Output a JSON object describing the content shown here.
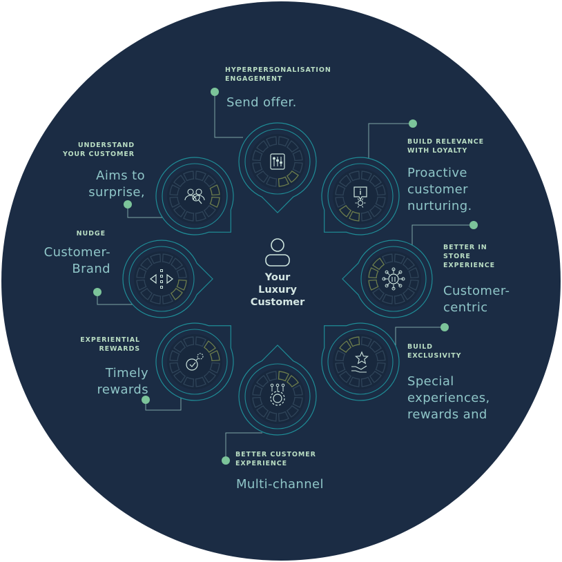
{
  "center": {
    "title_lines": [
      "Your",
      "Luxury",
      "Customer"
    ],
    "icon": "person-icon"
  },
  "nodes": [
    {
      "id": "top",
      "icon": "sliders-icon",
      "heading_lines": [
        "HYPERPERSONALISATION",
        "ENGAGEMENT"
      ],
      "body_lines": [
        "Send offer."
      ]
    },
    {
      "id": "upper-right",
      "icon": "info-chat-icon",
      "heading_lines": [
        "BUILD RELEVANCE",
        "WITH LOYALTY"
      ],
      "body_lines": [
        "Proactive",
        "customer",
        "nurturing."
      ]
    },
    {
      "id": "right",
      "icon": "hub-network-icon",
      "heading_lines": [
        "BETTER IN",
        "STORE",
        "EXPERIENCE"
      ],
      "body_lines": [
        "Customer-",
        "centric"
      ]
    },
    {
      "id": "lower-right",
      "icon": "hand-star-icon",
      "heading_lines": [
        "BUILD",
        "EXCLUSIVITY"
      ],
      "body_lines": [
        "Special",
        "experiences,",
        "rewards and"
      ]
    },
    {
      "id": "bottom",
      "icon": "gear-network-icon",
      "heading_lines": [
        "BETTER CUSTOMER",
        "EXPERIENCE"
      ],
      "body_lines": [
        "Multi-channel"
      ]
    },
    {
      "id": "lower-left",
      "icon": "reward-clock-icon",
      "heading_lines": [
        "EXPERIENTIAL",
        "REWARDS"
      ],
      "body_lines": [
        "Timely",
        "rewards"
      ]
    },
    {
      "id": "left",
      "icon": "arrows-nudge-icon",
      "heading_lines": [
        "NUDGE"
      ],
      "body_lines": [
        "Customer-",
        "Brand"
      ]
    },
    {
      "id": "upper-left",
      "icon": "people-search-icon",
      "heading_lines": [
        "UNDERSTAND",
        "YOUR CUSTOMER"
      ],
      "body_lines": [
        "Aims to",
        "surprise,"
      ]
    }
  ],
  "colors": {
    "background_disc": "#1b2c44",
    "ring_stroke": "#1f8d97",
    "segment": "#2f4459",
    "segment_highlight": "#6d7d4d",
    "accent_dot": "#7cc49a",
    "connector": "#7fa6a6",
    "heading_text": "#b9ddc3",
    "body_text": "#8fc6c8",
    "center_text": "#d5e7e4"
  }
}
